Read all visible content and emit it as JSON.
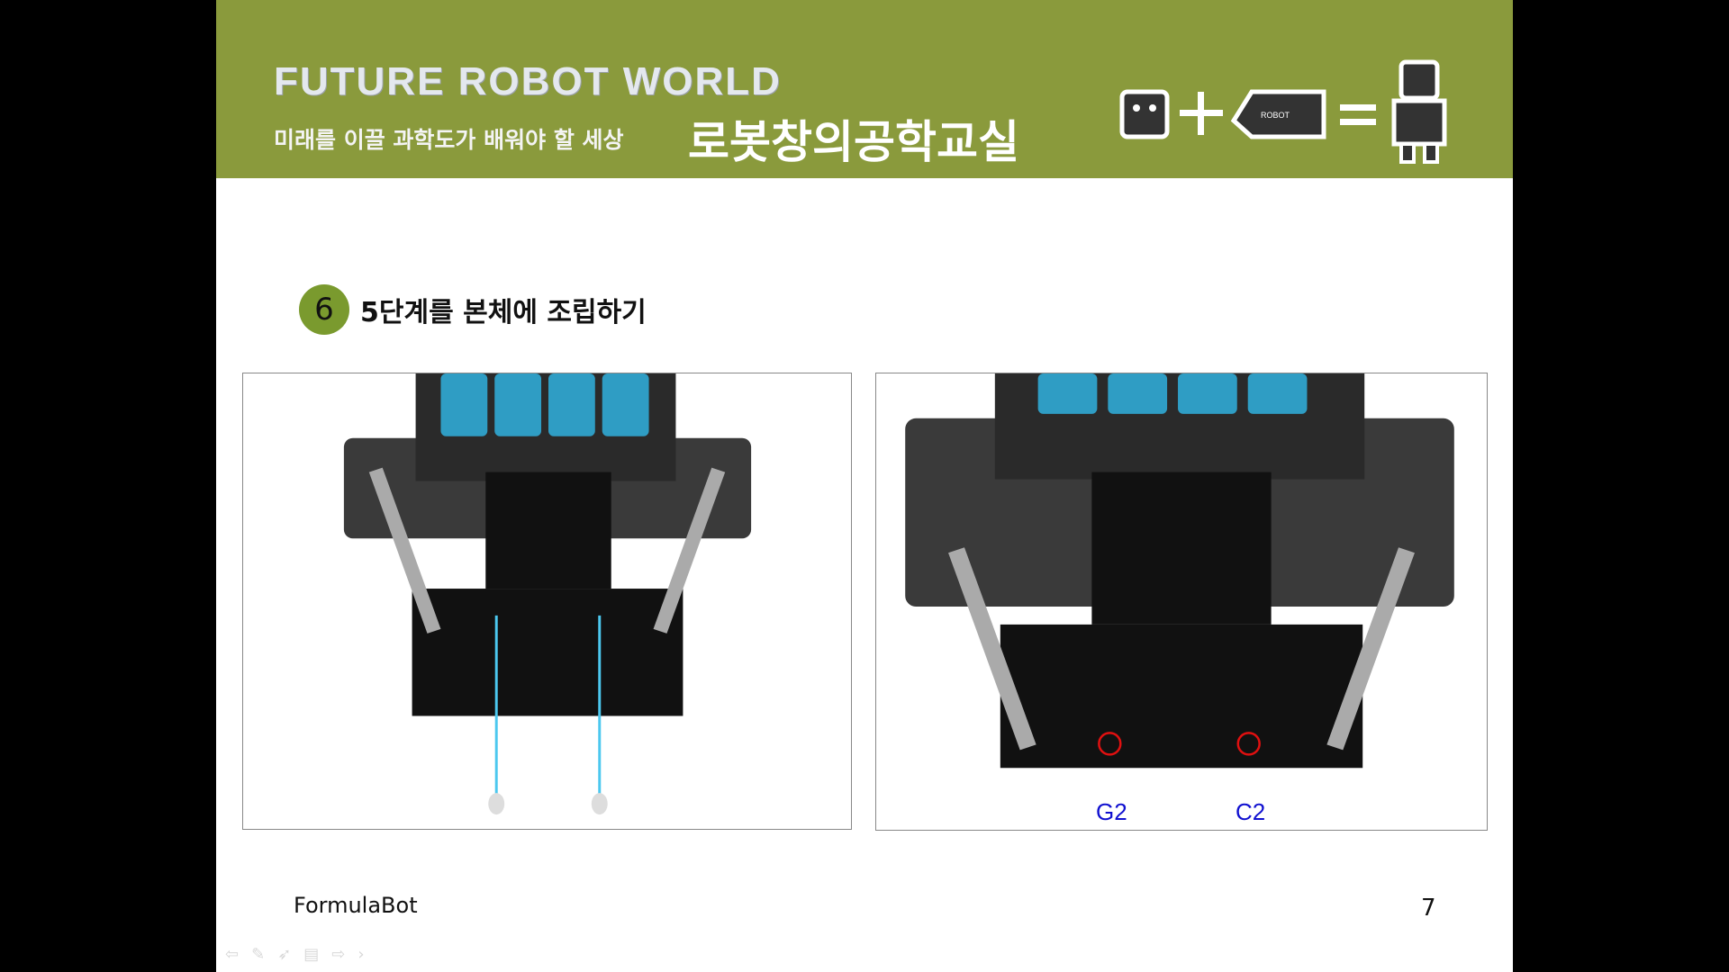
{
  "header": {
    "brand": "FUTURE ROBOT WORLD",
    "tagline": "미래를 이끌 과학도가 배워야 할 세상",
    "class_name": "로봇창의공학교실",
    "logo_text": "ROBOT"
  },
  "step": {
    "number": "6",
    "title": "5단계를 본체에 조립하기"
  },
  "figure_right": {
    "labels": [
      "G2",
      "C2"
    ]
  },
  "footer": {
    "text": "FormulaBot",
    "page_number": "7"
  },
  "nav_icons": [
    "back-arrow-icon",
    "pen-icon",
    "pointer-icon",
    "slides-icon",
    "forward-arrow-icon",
    "next-icon"
  ]
}
